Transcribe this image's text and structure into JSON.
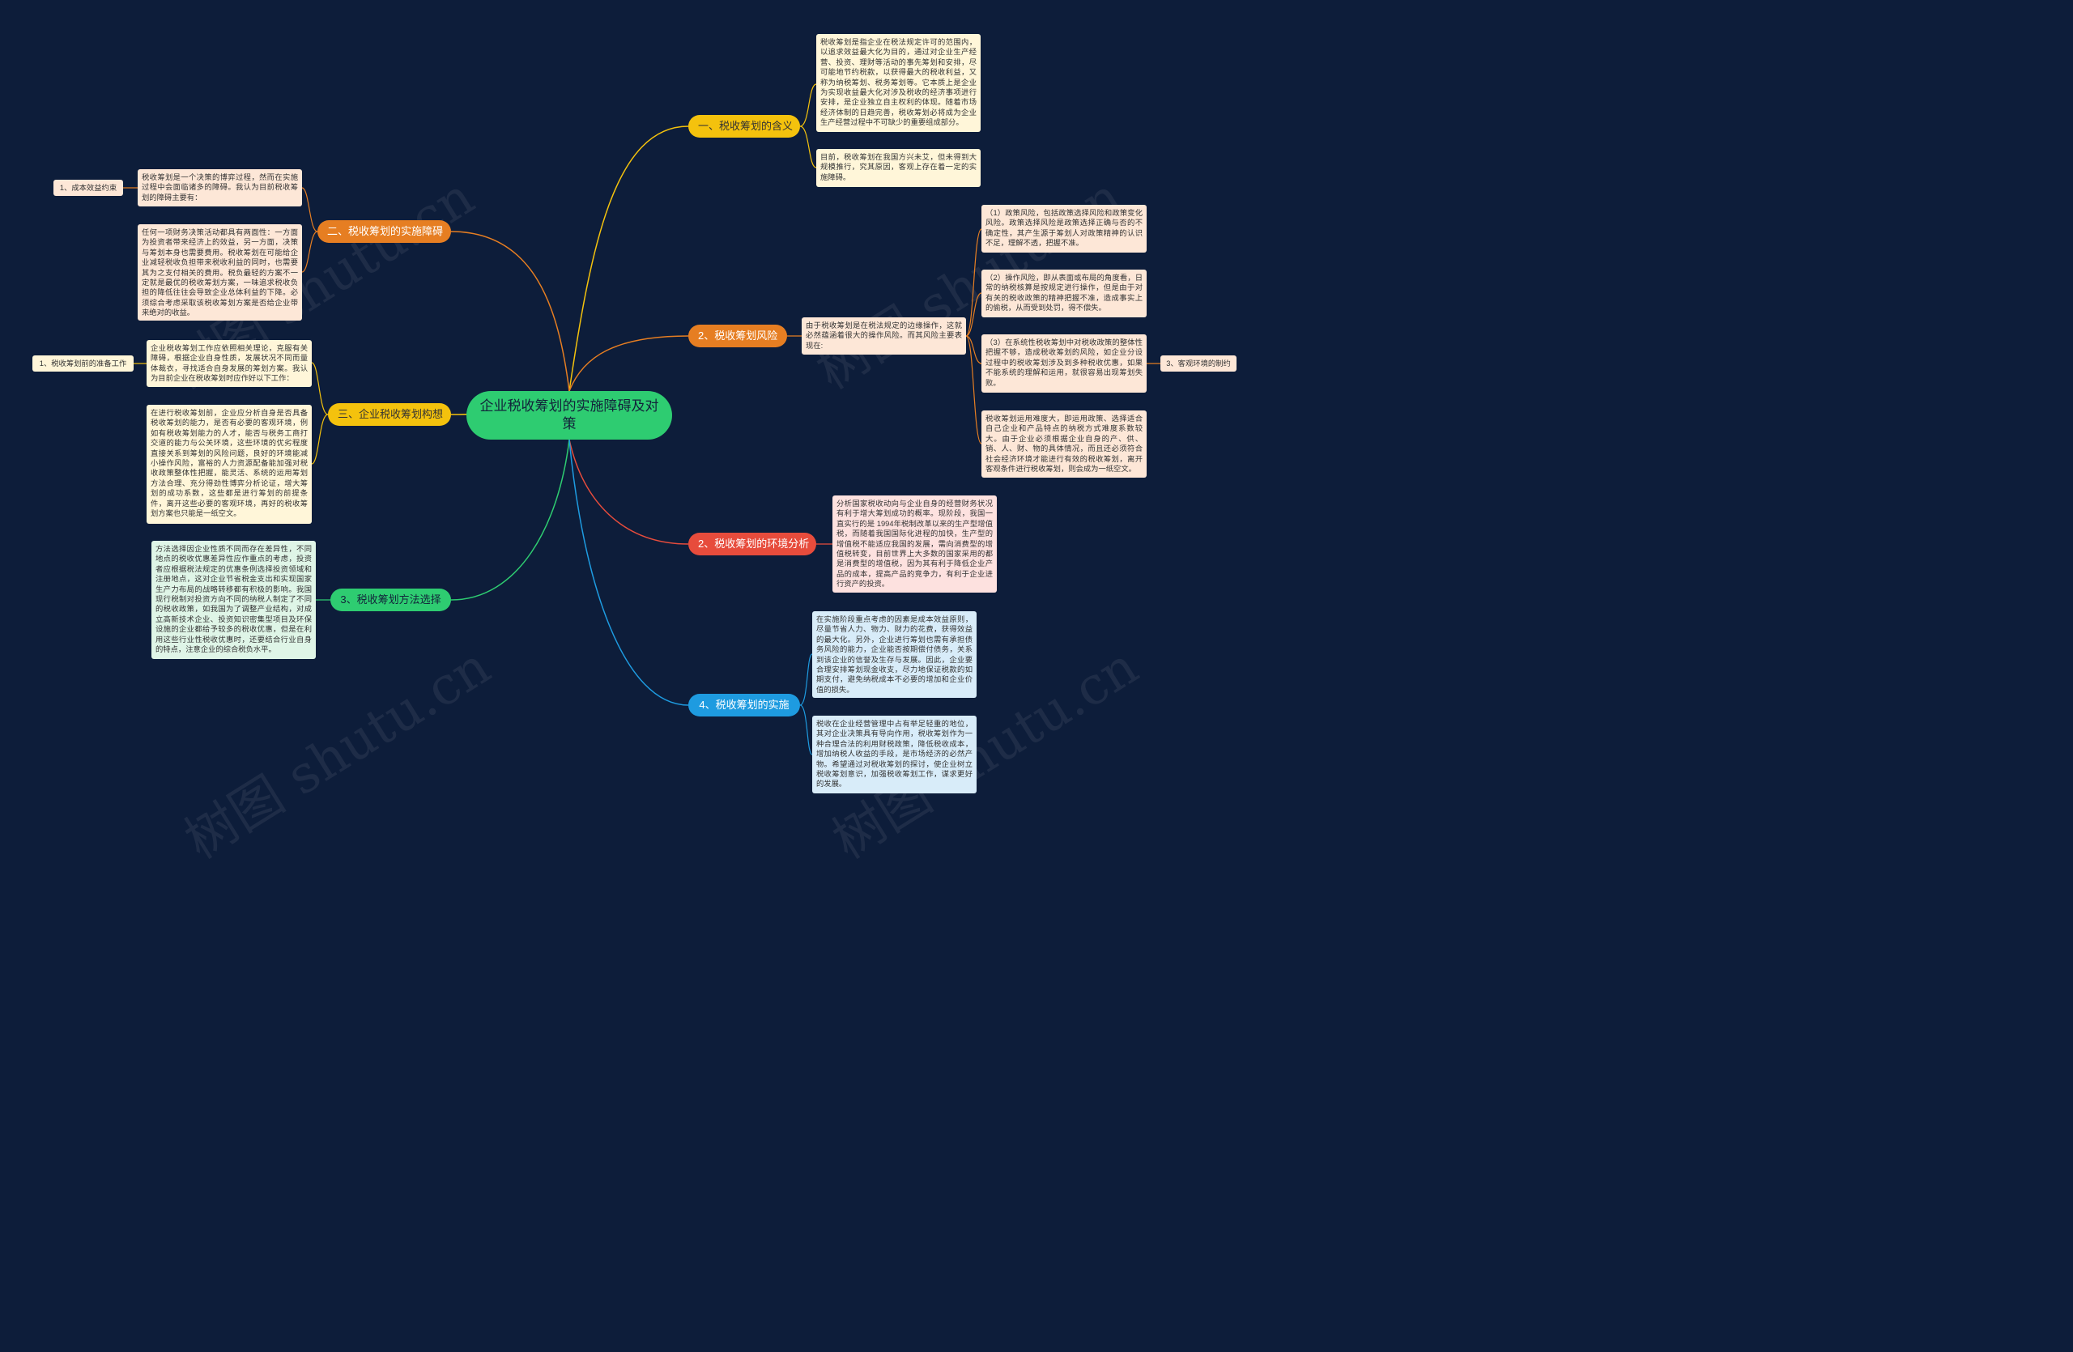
{
  "root": {
    "title": "企业税收筹划的实施障碍及对策"
  },
  "branches": {
    "b1": {
      "label": "一、税收筹划的含义"
    },
    "b2": {
      "label": "二、税收筹划的实施障碍"
    },
    "b3": {
      "label": "2、税收筹划风险"
    },
    "b4": {
      "label": "三、企业税收筹划构想"
    },
    "b5": {
      "label": "2、税收筹划的环境分析"
    },
    "b6": {
      "label": "3、税收筹划方法选择"
    },
    "b7": {
      "label": "4、税收筹划的实施"
    }
  },
  "notes": {
    "n1a": "税收筹划是指企业在税法规定许可的范围内，以追求效益最大化为目的，通过对企业生产经营、投资、理财等活动的事先筹划和安排，尽可能地节约税款，以获得最大的税收利益，又称为纳税筹划、税务筹划等。它本质上是企业为实现收益最大化对涉及税收的经济事项进行安排，是企业独立自主权利的体现。随着市场经济体制的日趋完善，税收筹划必将成为企业生产经营过程中不可缺少的重要组成部分。",
    "n1b": "目前，税收筹划在我国方兴未艾，但未得到大规模推行，究其原因，客观上存在着一定的实施障碍。",
    "n2a": "税收筹划是一个决策的博弈过程，然而在实施过程中会面临诸多的障碍。我认为目前税收筹划的障碍主要有：",
    "n2b": "任何一项财务决策活动都具有两面性：一方面为投资者带来经济上的效益，另一方面，决策与筹划本身也需要费用。税收筹划在可能给企业减轻税收负担带来税收利益的同时，也需要其为之支付相关的费用。税负最轻的方案不一定就是最优的税收筹划方案，一味追求税收负担的降低往往会导致企业总体利益的下降。必须综合考虑采取该税收筹划方案是否给企业带来绝对的收益。",
    "n3": "由于税收筹划是在税法规定的边缘操作，这就必然蕴涵着很大的操作风险。而其风险主要表现在:",
    "n3a": "（1）政策风险，包括政策选择风险和政策变化风险。政策选择风险是政策选择正确与否的不确定性，其产生源于筹划人对政策精神的认识不足，理解不透，把握不准。",
    "n3b": "（2）操作风险，即从表面或布局的角度看，日常的纳税核算是按规定进行操作，但是由于对有关的税收政策的精神把握不准，造成事实上的偷税，从而受到处罚，得不偿失。",
    "n3c": "（3）在系统性税收筹划中对税收政策的整体性把握不够，造成税收筹划的风险，如企业分设过程中的税收筹划涉及到多种税收优惠，如果不能系统的理解和运用，就很容易出现筹划失败。",
    "n3d": "税收筹划运用难度大，即运用政策、选择适合自己企业和产品特点的纳税方式难度系数较大。由于企业必须根据企业自身的产、供、销、人、财、物的具体情况，而且还必须符合社会经济环境才能进行有效的税收筹划，离开客观条件进行税收筹划，则会成为一纸空文。",
    "n4a": "企业税收筹划工作应依照相关理论，克服有关障碍，根据企业自身性质，发展状况不同而量体裁衣，寻找适合自身发展的筹划方案。我认为目前企业在税收筹划时应作好以下工作：",
    "n4b": "在进行税收筹划前，企业应分析自身是否具备税收筹划的能力，是否有必要的客观环境，例如有税收筹划能力的人才，能否与税务工商打交道的能力与公关环境，这些环境的优劣程度直接关系到筹划的风险问题，良好的环境能减小操作风险，富裕的人力资源配备能加强对税收政策整体性把握，能灵活、系统的运用筹划方法合理、充分得劲性博弈分析论证，增大筹划的成功系数，这些都是进行筹划的前提条件，离开这些必要的客观环境，再好的税收筹划方案也只能是一纸空文。",
    "n5": "分析国家税收动向与企业自身的经营财务状况有利于增大筹划成功的概率。现阶段，我国一直实行的是 1994年税制改革以来的生产型增值税，而随着我国国际化进程的加快，生产型的增值税不能适应我国的发展，需向消费型的增值税转变，目前世界上大多数的国家采用的都是消费型的增值税，因为其有利于降低企业产品的成本，提高产品的竞争力，有利于企业进行资产的投资。",
    "n6": "方法选择因企业性质不同而存在差异性，不同地点的税收优惠差异性应作重点的考虑，投资者应根据税法规定的优惠条例选择投资领域和注册地点，这对企业节省税金支出和实现国家生产力布局的战略转移都有积极的影响。我国现行税制对投资方向不同的纳税人制定了不同的税收政策，如我国为了调整产业结构，对成立高新技术企业、投资知识密集型项目及环保设施的企业都给予较多的税收优惠，但是在利用这些行业性税收优惠时，还要结合行业自身的特点，注意企业的综合税负水平。",
    "n7a": "在实施阶段重点考虑的因素是成本效益原则，尽量节省人力、物力、财力的花费，获得效益的最大化。另外，企业进行筹划也需有承担债务风险的能力，企业能否按期偿付债务，关系到该企业的信誉及生存与发展。因此，企业要合理安排筹划现金收支，尽力地保证税款的如期支付，避免纳税成本不必要的增加和企业价值的损失。",
    "n7b": "税收在企业经营管理中占有举足轻重的地位，其对企业决策具有导向作用，税收筹划作为一种合理合法的利用财税政策，降低税收成本，增加纳税人收益的手段，是市场经济的必然产物。希望通过对税收筹划的探讨，使企业树立税收筹划意识，加强税收筹划工作，谋求更好的发展。"
  },
  "leaves": {
    "l2": "1、成本效益约束",
    "l3": "3、客观环境的制约",
    "l4": "1、税收筹划前的准备工作"
  },
  "watermark": "树图 shutu.cn",
  "colors": {
    "background": "#0d1d3a",
    "root": "#2ecc71",
    "yellow": "#f4c20d",
    "orange": "#e67e22",
    "red": "#e74c3c",
    "green": "#2ecc71",
    "blue": "#1e9be0"
  }
}
